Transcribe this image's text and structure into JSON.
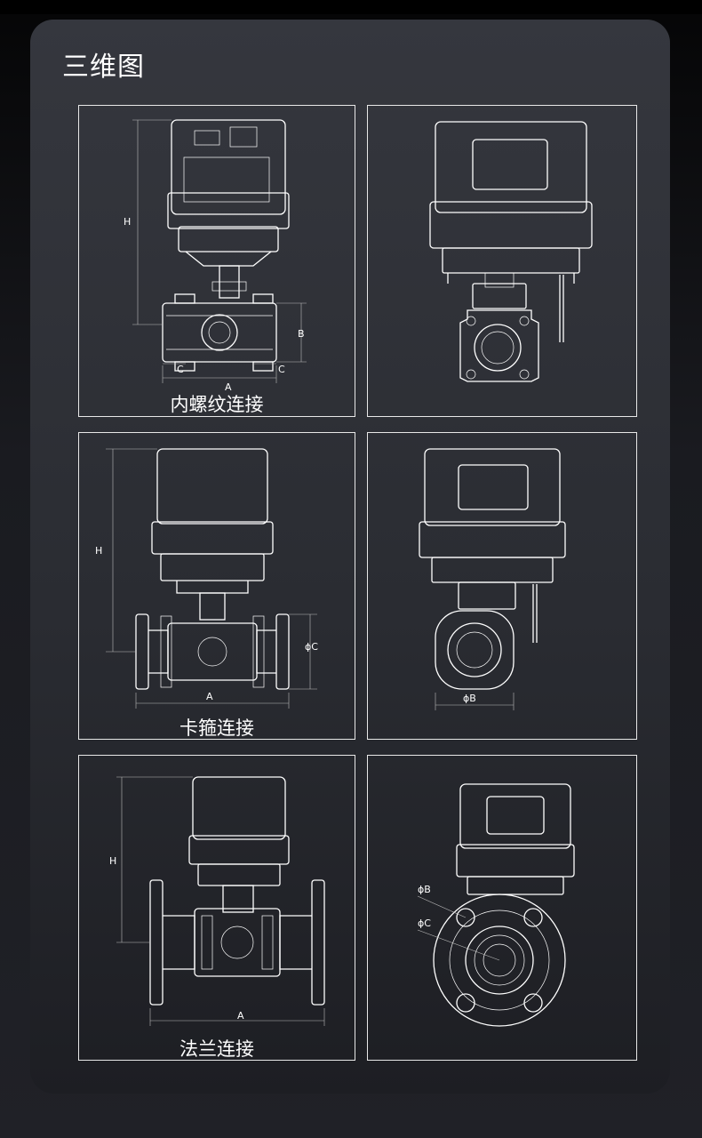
{
  "page": {
    "title": "三维图"
  },
  "panels": [
    {
      "caption": "内螺纹连接",
      "view": "front",
      "labels": {
        "h": "H",
        "b": "B",
        "a": "A",
        "c1": "C",
        "c2": "C"
      }
    },
    {
      "caption": "",
      "view": "side"
    },
    {
      "caption": "卡箍连接",
      "view": "front",
      "labels": {
        "h": "H",
        "phic": "ϕC",
        "a": "A"
      }
    },
    {
      "caption": "",
      "view": "side",
      "labels": {
        "phib": "ϕB"
      }
    },
    {
      "caption": "法兰连接",
      "view": "front",
      "labels": {
        "h": "H",
        "a": "A"
      }
    },
    {
      "caption": "",
      "view": "side",
      "labels": {
        "phib": "ϕB",
        "phic": "ϕC"
      }
    }
  ],
  "colors": {
    "line": "#ffffff",
    "card": "#2e3036",
    "background": "#0c0c0e"
  }
}
